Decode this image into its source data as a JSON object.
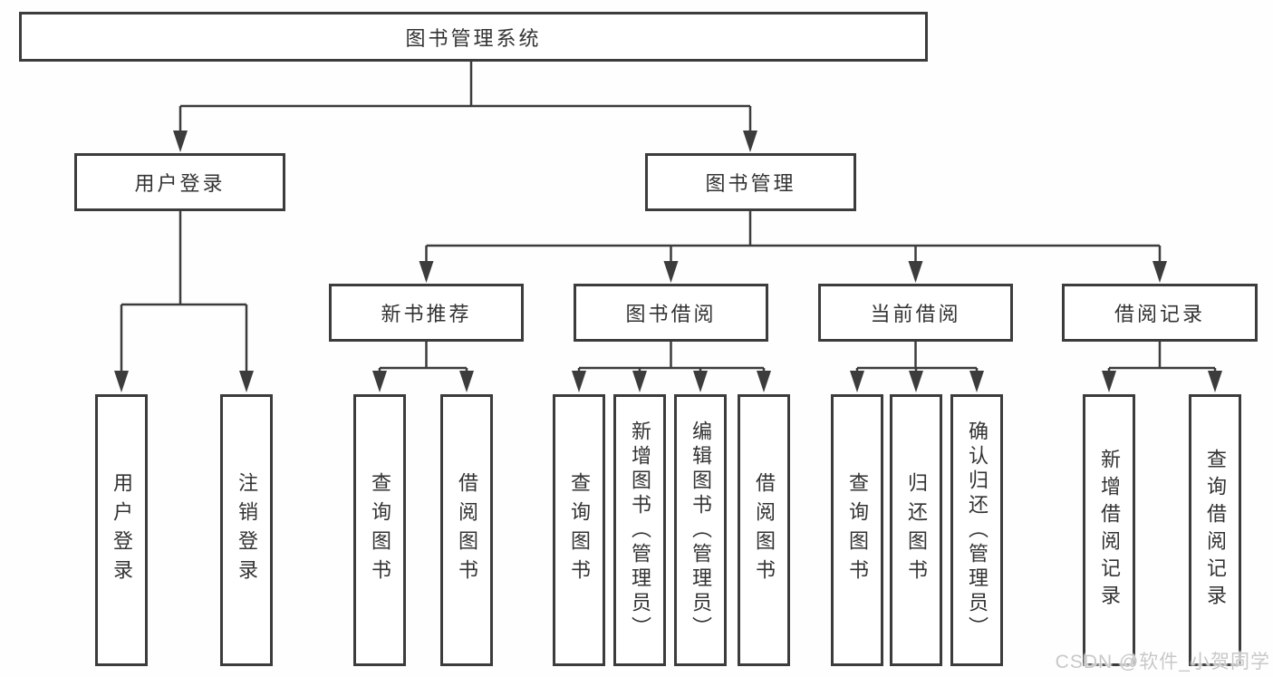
{
  "tree": {
    "root": {
      "label": "图书管理系统"
    },
    "level2": [
      {
        "label": "用户登录",
        "children": [
          {
            "label": "用户登录"
          },
          {
            "label": "注销登录"
          }
        ]
      },
      {
        "label": "图书管理",
        "children": [
          {
            "label": "新书推荐",
            "children": [
              {
                "label": "查询图书"
              },
              {
                "label": "借阅图书"
              }
            ]
          },
          {
            "label": "图书借阅",
            "children": [
              {
                "label": "查询图书"
              },
              {
                "label": "新增图书（管理员）"
              },
              {
                "label": "编辑图书（管理员）"
              },
              {
                "label": "借阅图书"
              }
            ]
          },
          {
            "label": "当前借阅",
            "children": [
              {
                "label": "查询图书"
              },
              {
                "label": "归还图书"
              },
              {
                "label": "确认归还（管理员）"
              }
            ]
          },
          {
            "label": "借阅记录",
            "children": [
              {
                "label": "新增借阅记录"
              },
              {
                "label": "查询借阅记录"
              }
            ]
          }
        ]
      }
    ]
  },
  "watermark": {
    "text": "CSDN @软件_小贺同学"
  },
  "colors": {
    "line": "#3c3c3c",
    "text": "#333333",
    "box_background": "#ffffff",
    "page_background": "#fefefe",
    "watermark": "#c8c8c8"
  }
}
